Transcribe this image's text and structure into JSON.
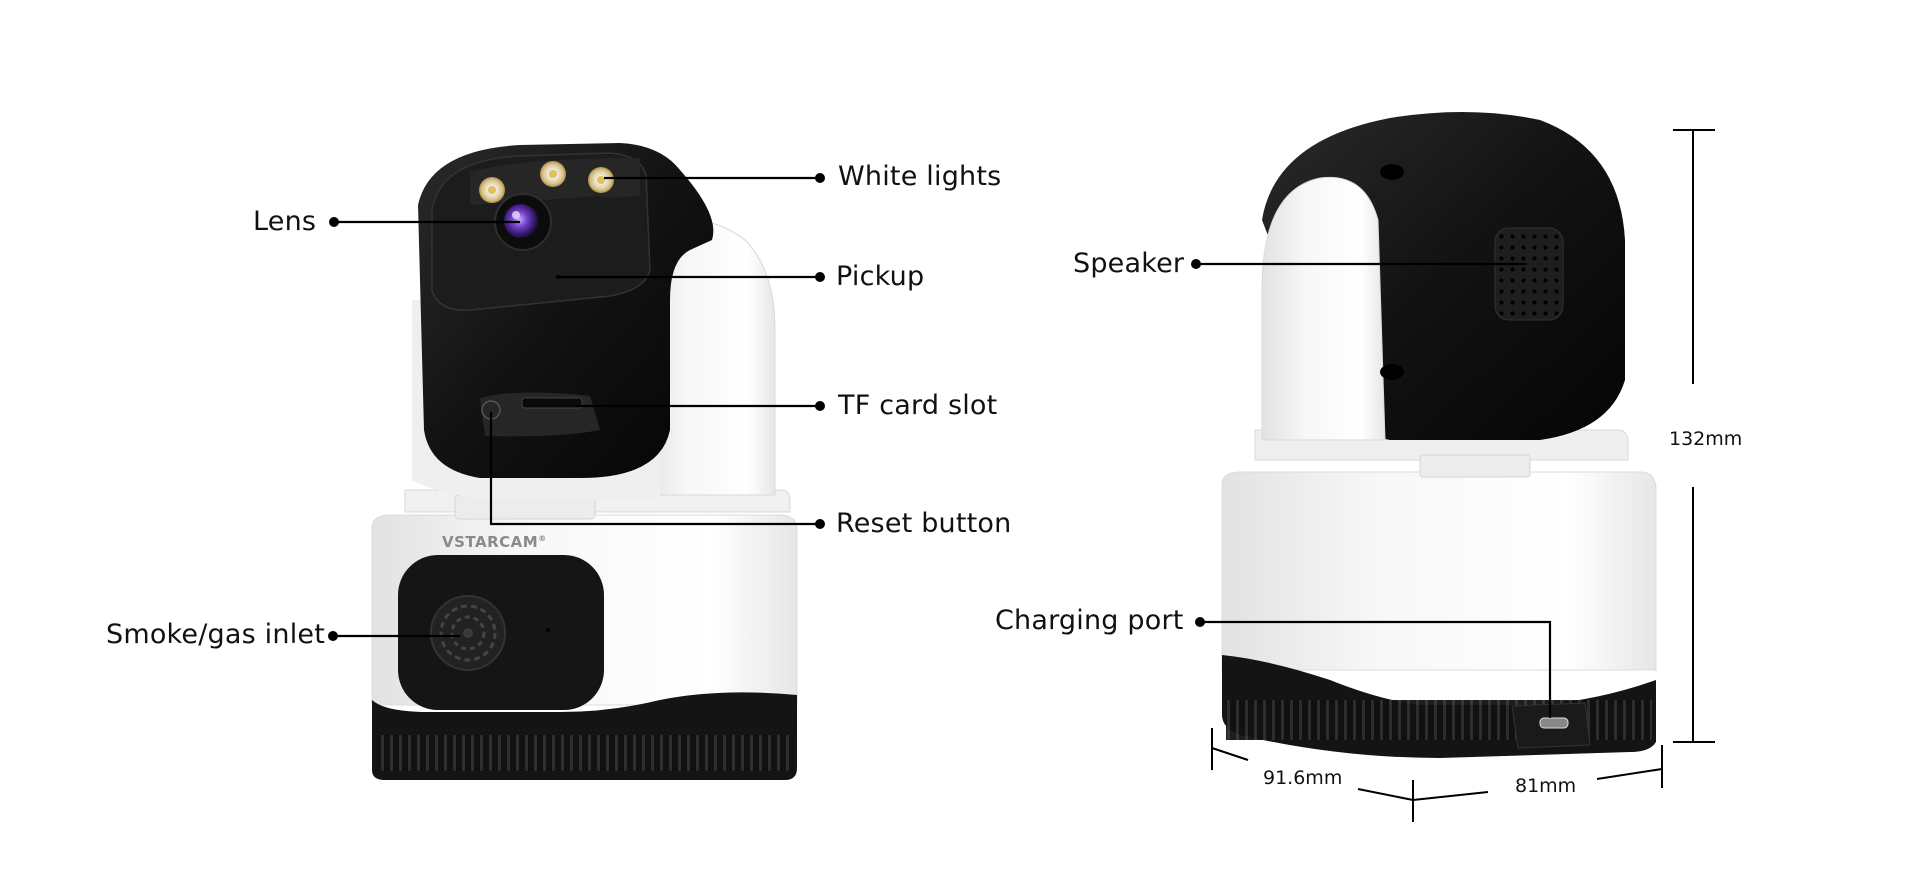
{
  "product": {
    "brand": "VSTARCAM",
    "brand_mark": "®"
  },
  "front_view": {
    "labels": {
      "lens": "Lens",
      "white_lights": "White lights",
      "pickup": "Pickup",
      "tf_card_slot": "TF card slot",
      "reset_button": "Reset button",
      "smoke_gas_inlet": "Smoke/gas inlet"
    }
  },
  "back_view": {
    "labels": {
      "speaker": "Speaker",
      "charging_port": "Charging port"
    }
  },
  "dimensions": {
    "height": "132mm",
    "depth": "91.6mm",
    "width": "81mm"
  },
  "colors": {
    "background": "#ffffff",
    "body_white": "#f4f4f4",
    "head_black": "#141414",
    "leader_line": "#000000",
    "brand_gray": "#8a8a8a",
    "lens_purple": "#6a3fb5",
    "led_gold": "#d9c38a"
  }
}
